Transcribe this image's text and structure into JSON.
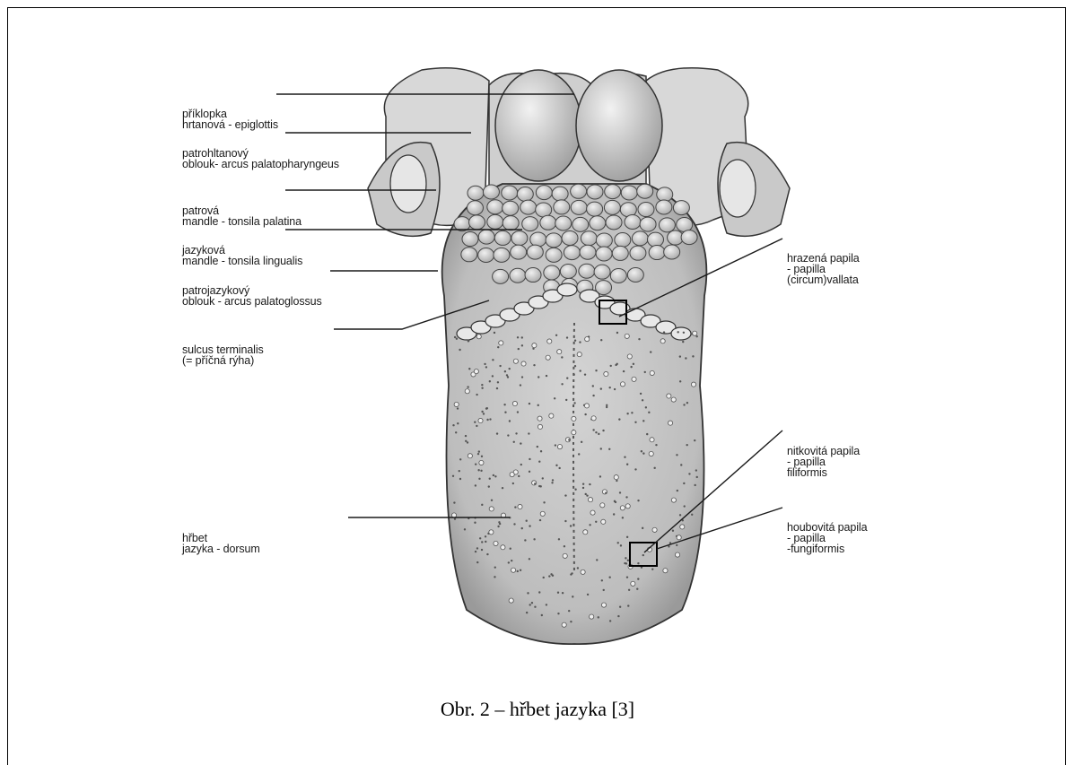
{
  "labels": {
    "epiglottis": [
      "příklopka",
      "hrtanová - epiglottis"
    ],
    "palatopharyngeus": [
      "patrohltanový",
      "oblouk- arcus palatopharyngeus"
    ],
    "tonsila_palatina": [
      "patrová",
      "mandle - tonsila palatina"
    ],
    "tonsila_lingualis": [
      "jazyková",
      "mandle - tonsila lingualis"
    ],
    "palatoglossus": [
      "patrojazykový",
      "oblouk - arcus palatoglossus"
    ],
    "sulcus": [
      "sulcus terminalis",
      "(= příčná rýha)"
    ],
    "dorsum": [
      "hřbet",
      "jazyka - dorsum"
    ],
    "vallata": [
      "hrazená papila",
      "- papilla",
      "(circum)vallata"
    ],
    "filiformis": [
      "nitkovitá papila",
      "- papilla",
      "filiformis"
    ],
    "fungiformis": [
      "houbovitá papila",
      "- papilla",
      "-fungiformis"
    ]
  },
  "caption": "Obr. 2 – hřbet jazyka [3]",
  "colors": {
    "ink": "#1a1a1a",
    "tongue_fill": "#c9c9c9",
    "background": "#ffffff"
  }
}
